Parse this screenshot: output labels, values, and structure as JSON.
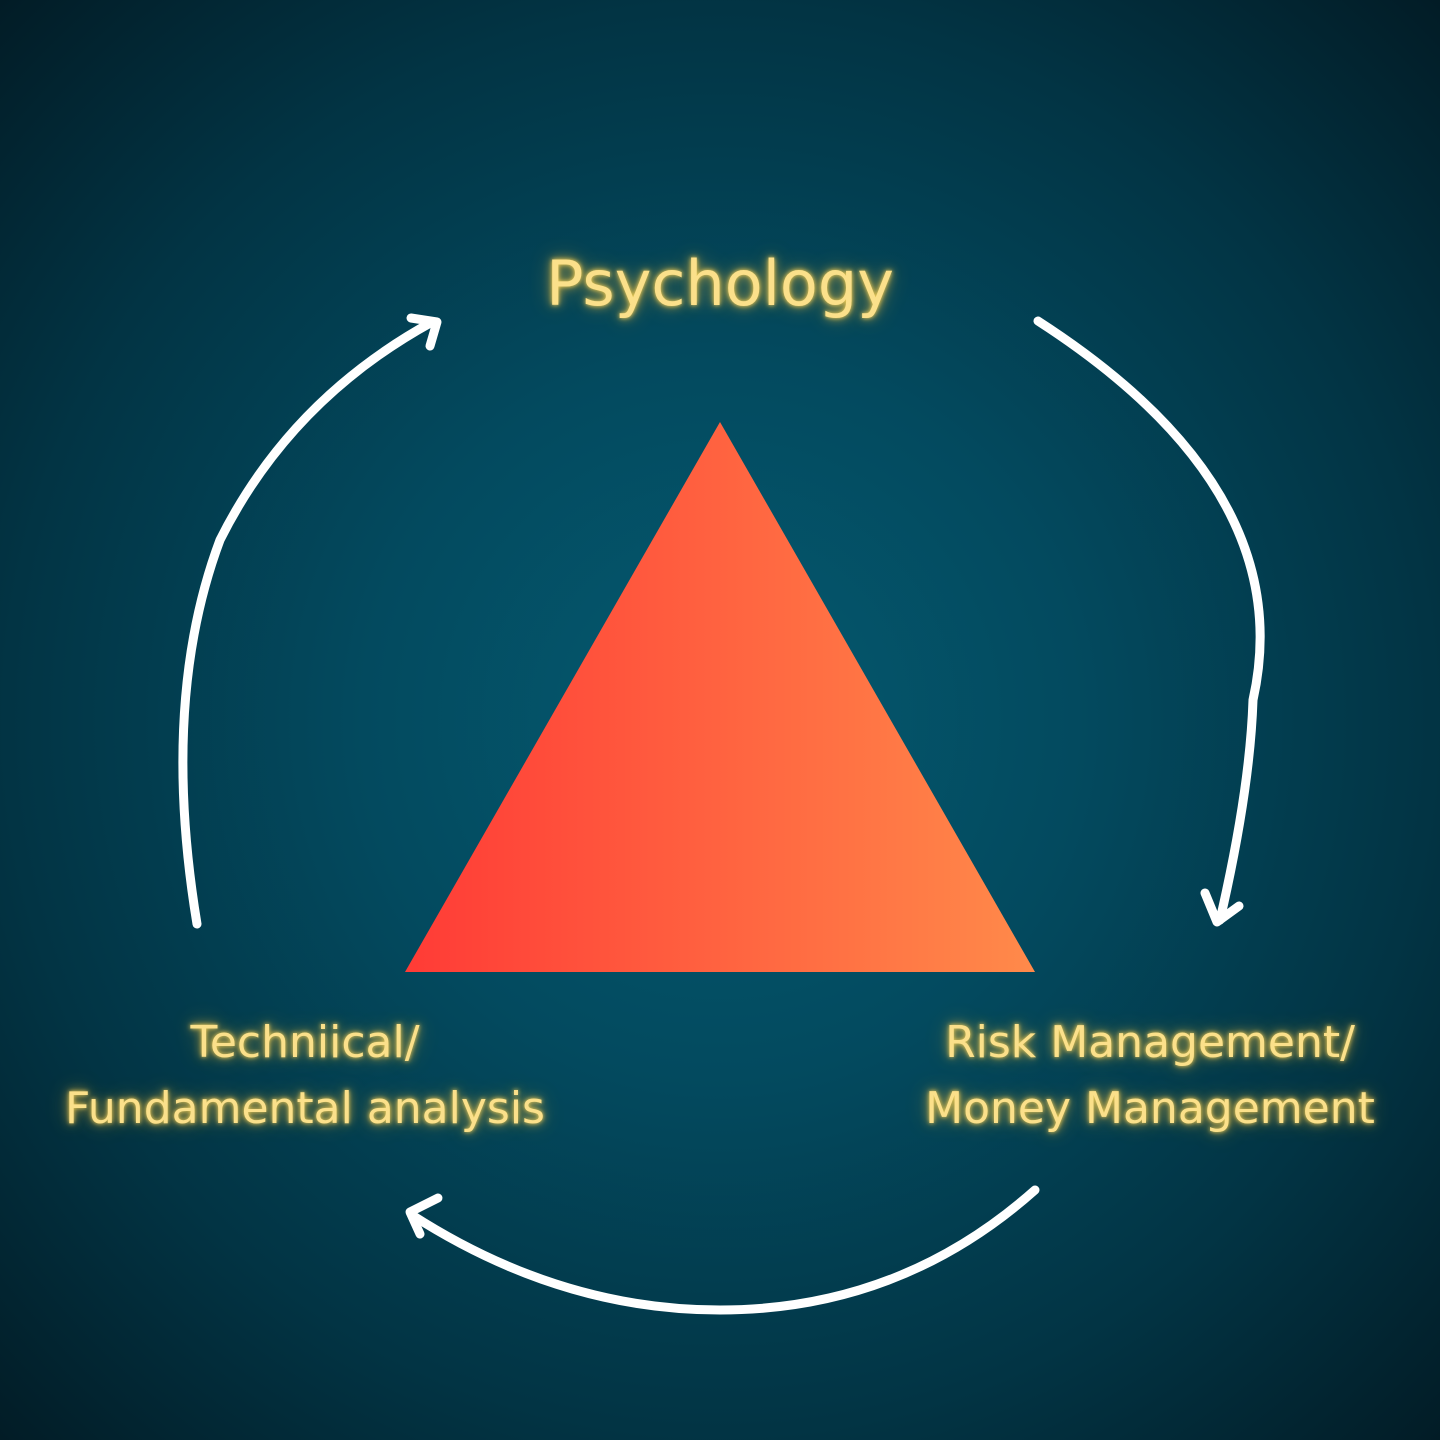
{
  "diagram": {
    "nodes": {
      "top": {
        "label": "Psychology"
      },
      "left": {
        "line1": "Techniical/",
        "line2": "Fundamental analysis"
      },
      "right": {
        "line1": "Risk Management/",
        "line2": "Money Management"
      }
    },
    "colors": {
      "background": "#034a5f",
      "label_glow": "#fbe08a",
      "triangle_start": "#ff3b36",
      "triangle_end": "#ff8a4a",
      "arrows": "#ffffff"
    },
    "cycle_direction": "clockwise"
  }
}
